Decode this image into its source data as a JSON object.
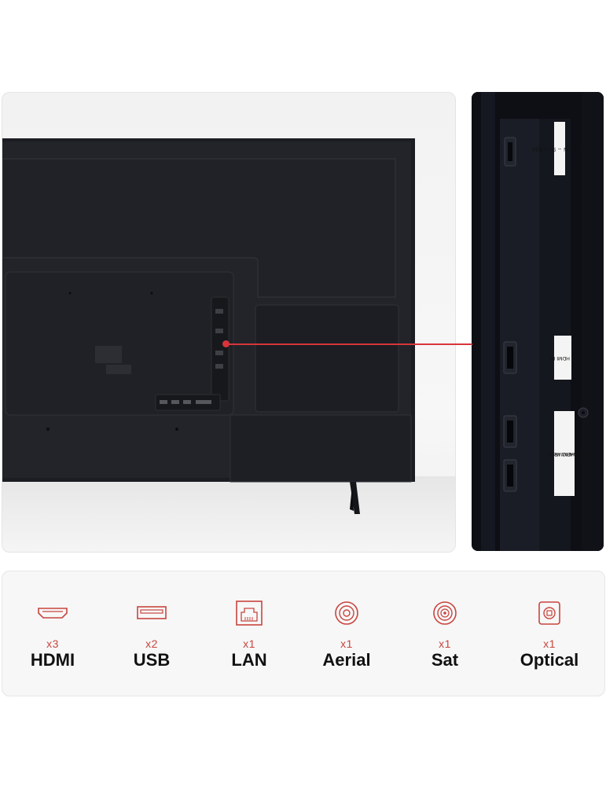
{
  "closeup_labels": {
    "usb": "USB IN ⇔ 5V ⎓ 0.5A",
    "usb_num": "1",
    "hdmi1": "HDMI IN",
    "hdmi1_num": "1",
    "hdmi2": "HDMI IN",
    "hdmi2_sub": "2(eARC/ARC)",
    "hdmi3_num": "3"
  },
  "ports": [
    {
      "icon": "hdmi-icon",
      "count": "x3",
      "name": "HDMI"
    },
    {
      "icon": "usb-icon",
      "count": "x2",
      "name": "USB"
    },
    {
      "icon": "lan-icon",
      "count": "x1",
      "name": "LAN"
    },
    {
      "icon": "aerial-icon",
      "count": "x1",
      "name": "Aerial"
    },
    {
      "icon": "satellite-icon",
      "count": "x1",
      "name": "Sat"
    },
    {
      "icon": "optical-icon",
      "count": "x1",
      "name": "Optical"
    }
  ],
  "colors": {
    "accent": "#d9343b",
    "icon_stroke": "#c8453f",
    "tv_body": "#1b1d22"
  }
}
